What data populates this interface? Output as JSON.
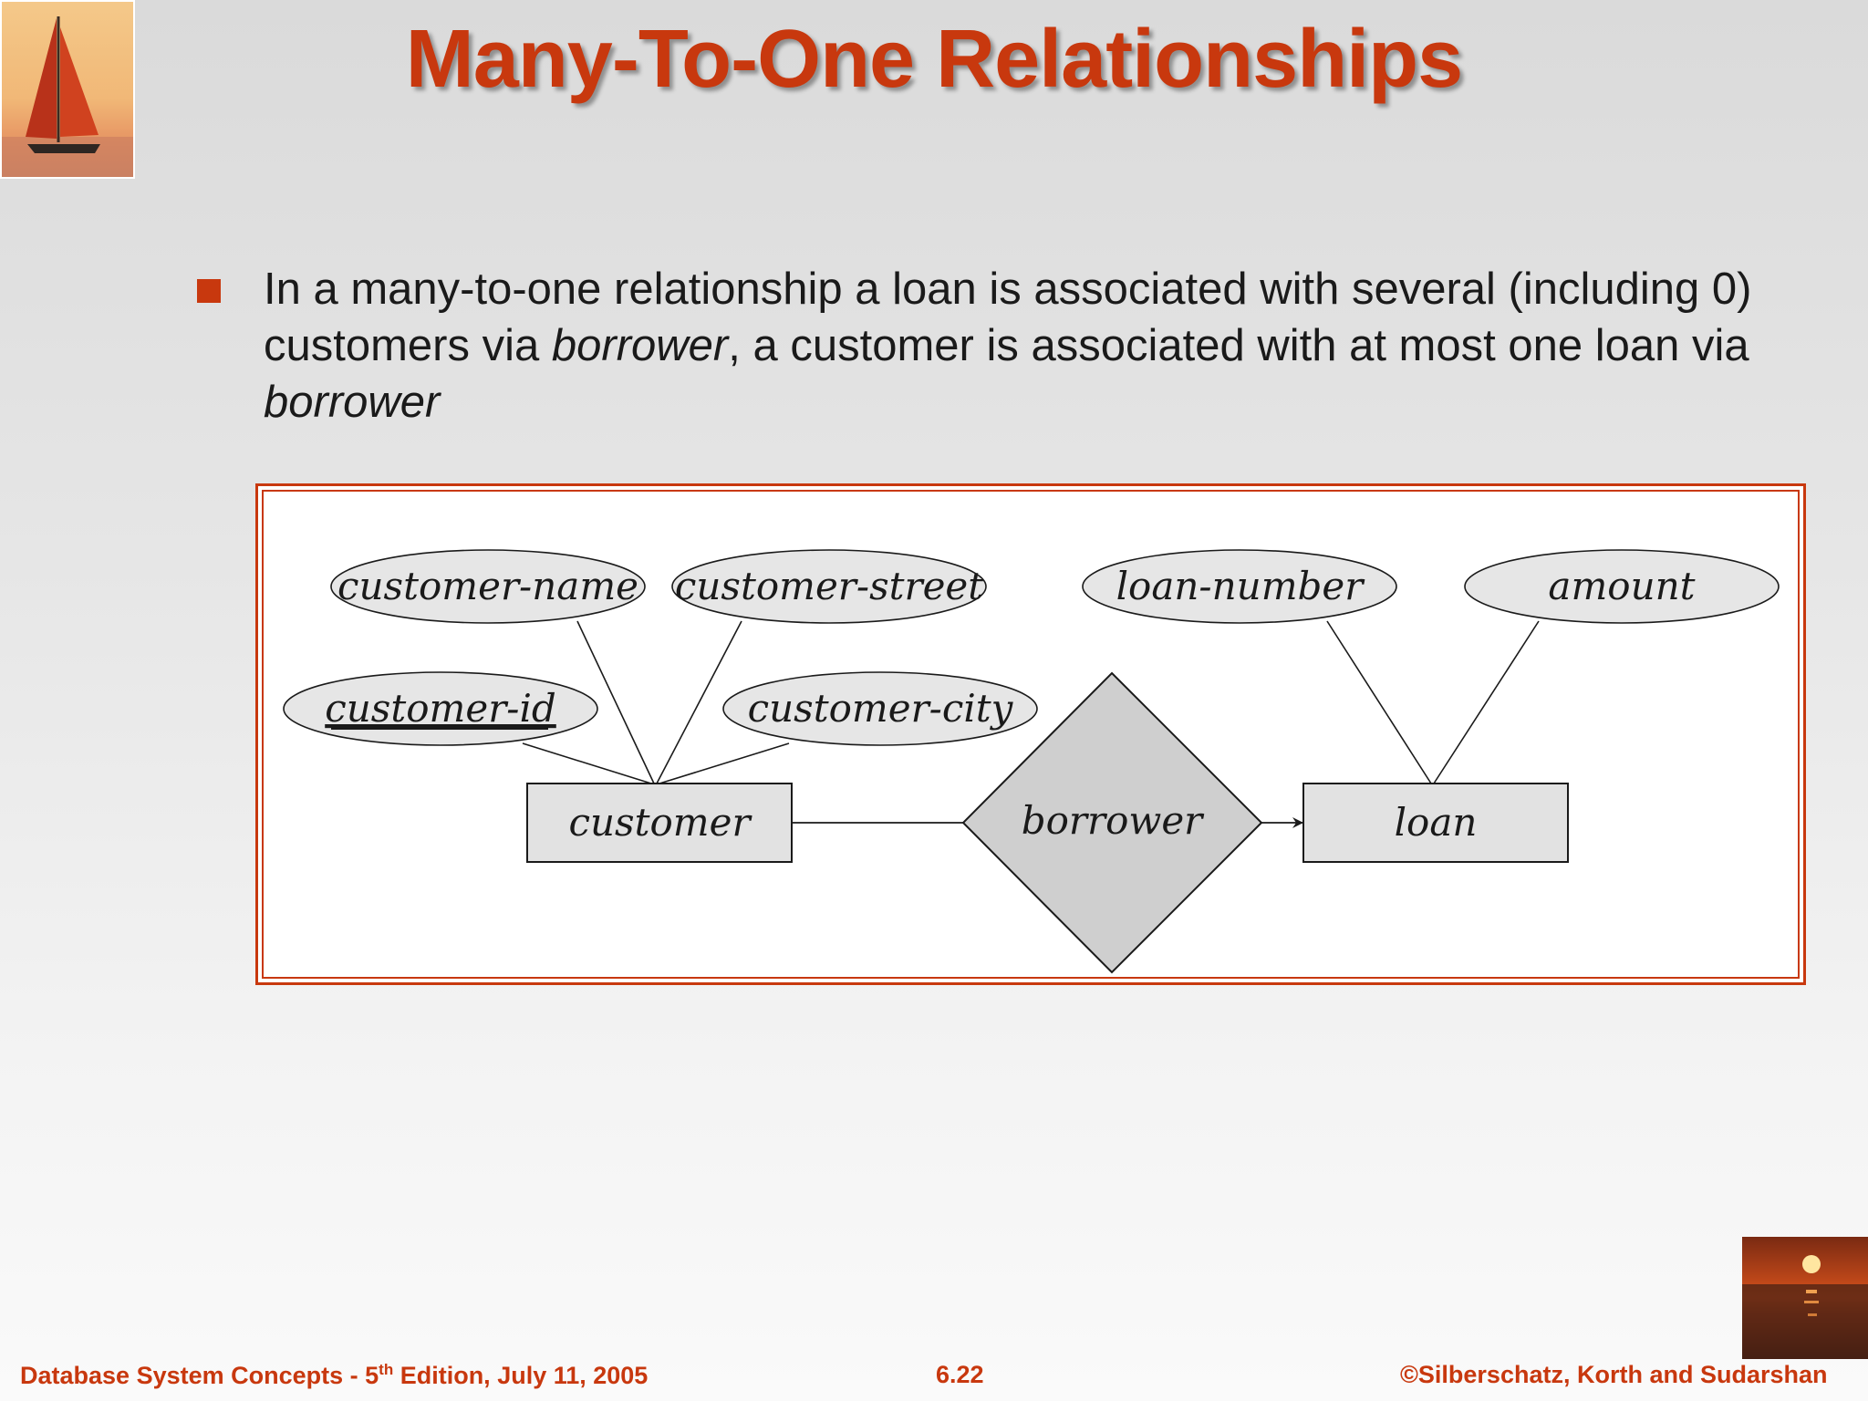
{
  "slide": {
    "title": "Many-To-One Relationships",
    "bullet": {
      "part1": "In a many-to-one relationship a loan is associated with several (including 0) customers via ",
      "em1": "borrower",
      "part2": ", a customer is associated with at most one loan via ",
      "em2": "borrower"
    }
  },
  "diagram": {
    "attributes": {
      "customer_name": "customer-name",
      "customer_street": "customer-street",
      "customer_id": "customer-id",
      "customer_city": "customer-city",
      "loan_number": "loan-number",
      "amount": "amount"
    },
    "entities": {
      "customer": "customer",
      "loan": "loan"
    },
    "relationship": "borrower"
  },
  "footer": {
    "left_prefix": "Database System Concepts - 5",
    "left_sup": "th",
    "left_suffix": " Edition, July 11, 2005",
    "center": "6.22",
    "right": "©Silberschatz, Korth and Sudarshan"
  }
}
